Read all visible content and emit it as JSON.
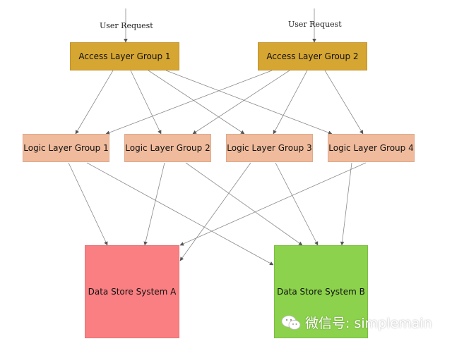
{
  "requests": [
    {
      "label": "User Request"
    },
    {
      "label": "User Request"
    }
  ],
  "access_groups": [
    {
      "label": "Access Layer Group 1"
    },
    {
      "label": "Access Layer Group 2"
    }
  ],
  "logic_groups": [
    {
      "label": "Logic Layer Group 1"
    },
    {
      "label": "Logic Layer Group 2"
    },
    {
      "label": "Logic Layer Group 3"
    },
    {
      "label": "Logic Layer Group 4"
    }
  ],
  "stores": [
    {
      "label": "Data Store System A",
      "color": "#fa7f82"
    },
    {
      "label": "Data Store System B",
      "color": "#8cd24c"
    }
  ],
  "watermark": {
    "text": "微信号: simplemain"
  },
  "colors": {
    "access": "#d6a633",
    "logic": "#f0bb9c",
    "edge": "#8a8a8a"
  }
}
